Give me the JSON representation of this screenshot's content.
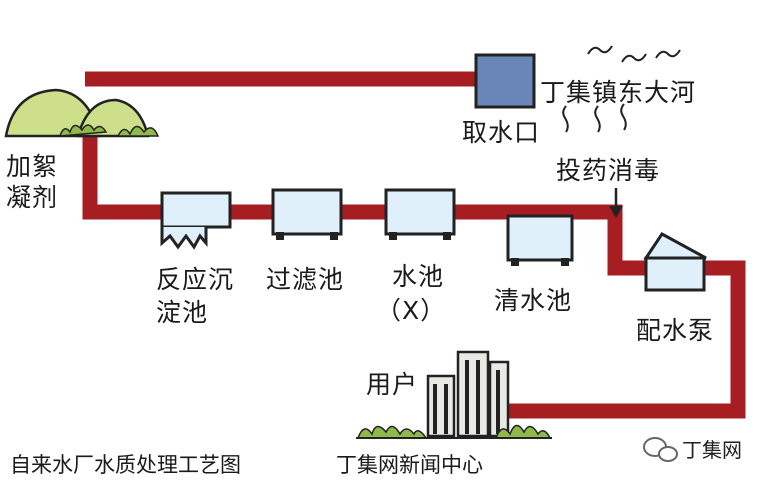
{
  "labels": {
    "coagulant_line1": "加絮",
    "coagulant_line2": "凝剂",
    "river": "丁集镇东大河",
    "intake": "取水口",
    "disinfect": "投药消毒",
    "sedimentation_line1": "反应沉",
    "sedimentation_line2": "淀池",
    "filter": "过滤池",
    "water_tank_line1": "水池",
    "water_tank_line2": "（X）",
    "clear_water": "清水池",
    "pump": "配水泵",
    "users": "用户"
  },
  "caption": {
    "left": "自来水厂水质处理工艺图",
    "right": "丁集网新闻中心"
  },
  "watermark": {
    "text": "丁集网"
  },
  "colors": {
    "pipe": "#a61e22",
    "tank_fill": "#dff0fb",
    "intake_box": "#6a86b9",
    "hill": "#cddf8a",
    "grass": "#8fb94a",
    "building": "#e9e9e4"
  }
}
